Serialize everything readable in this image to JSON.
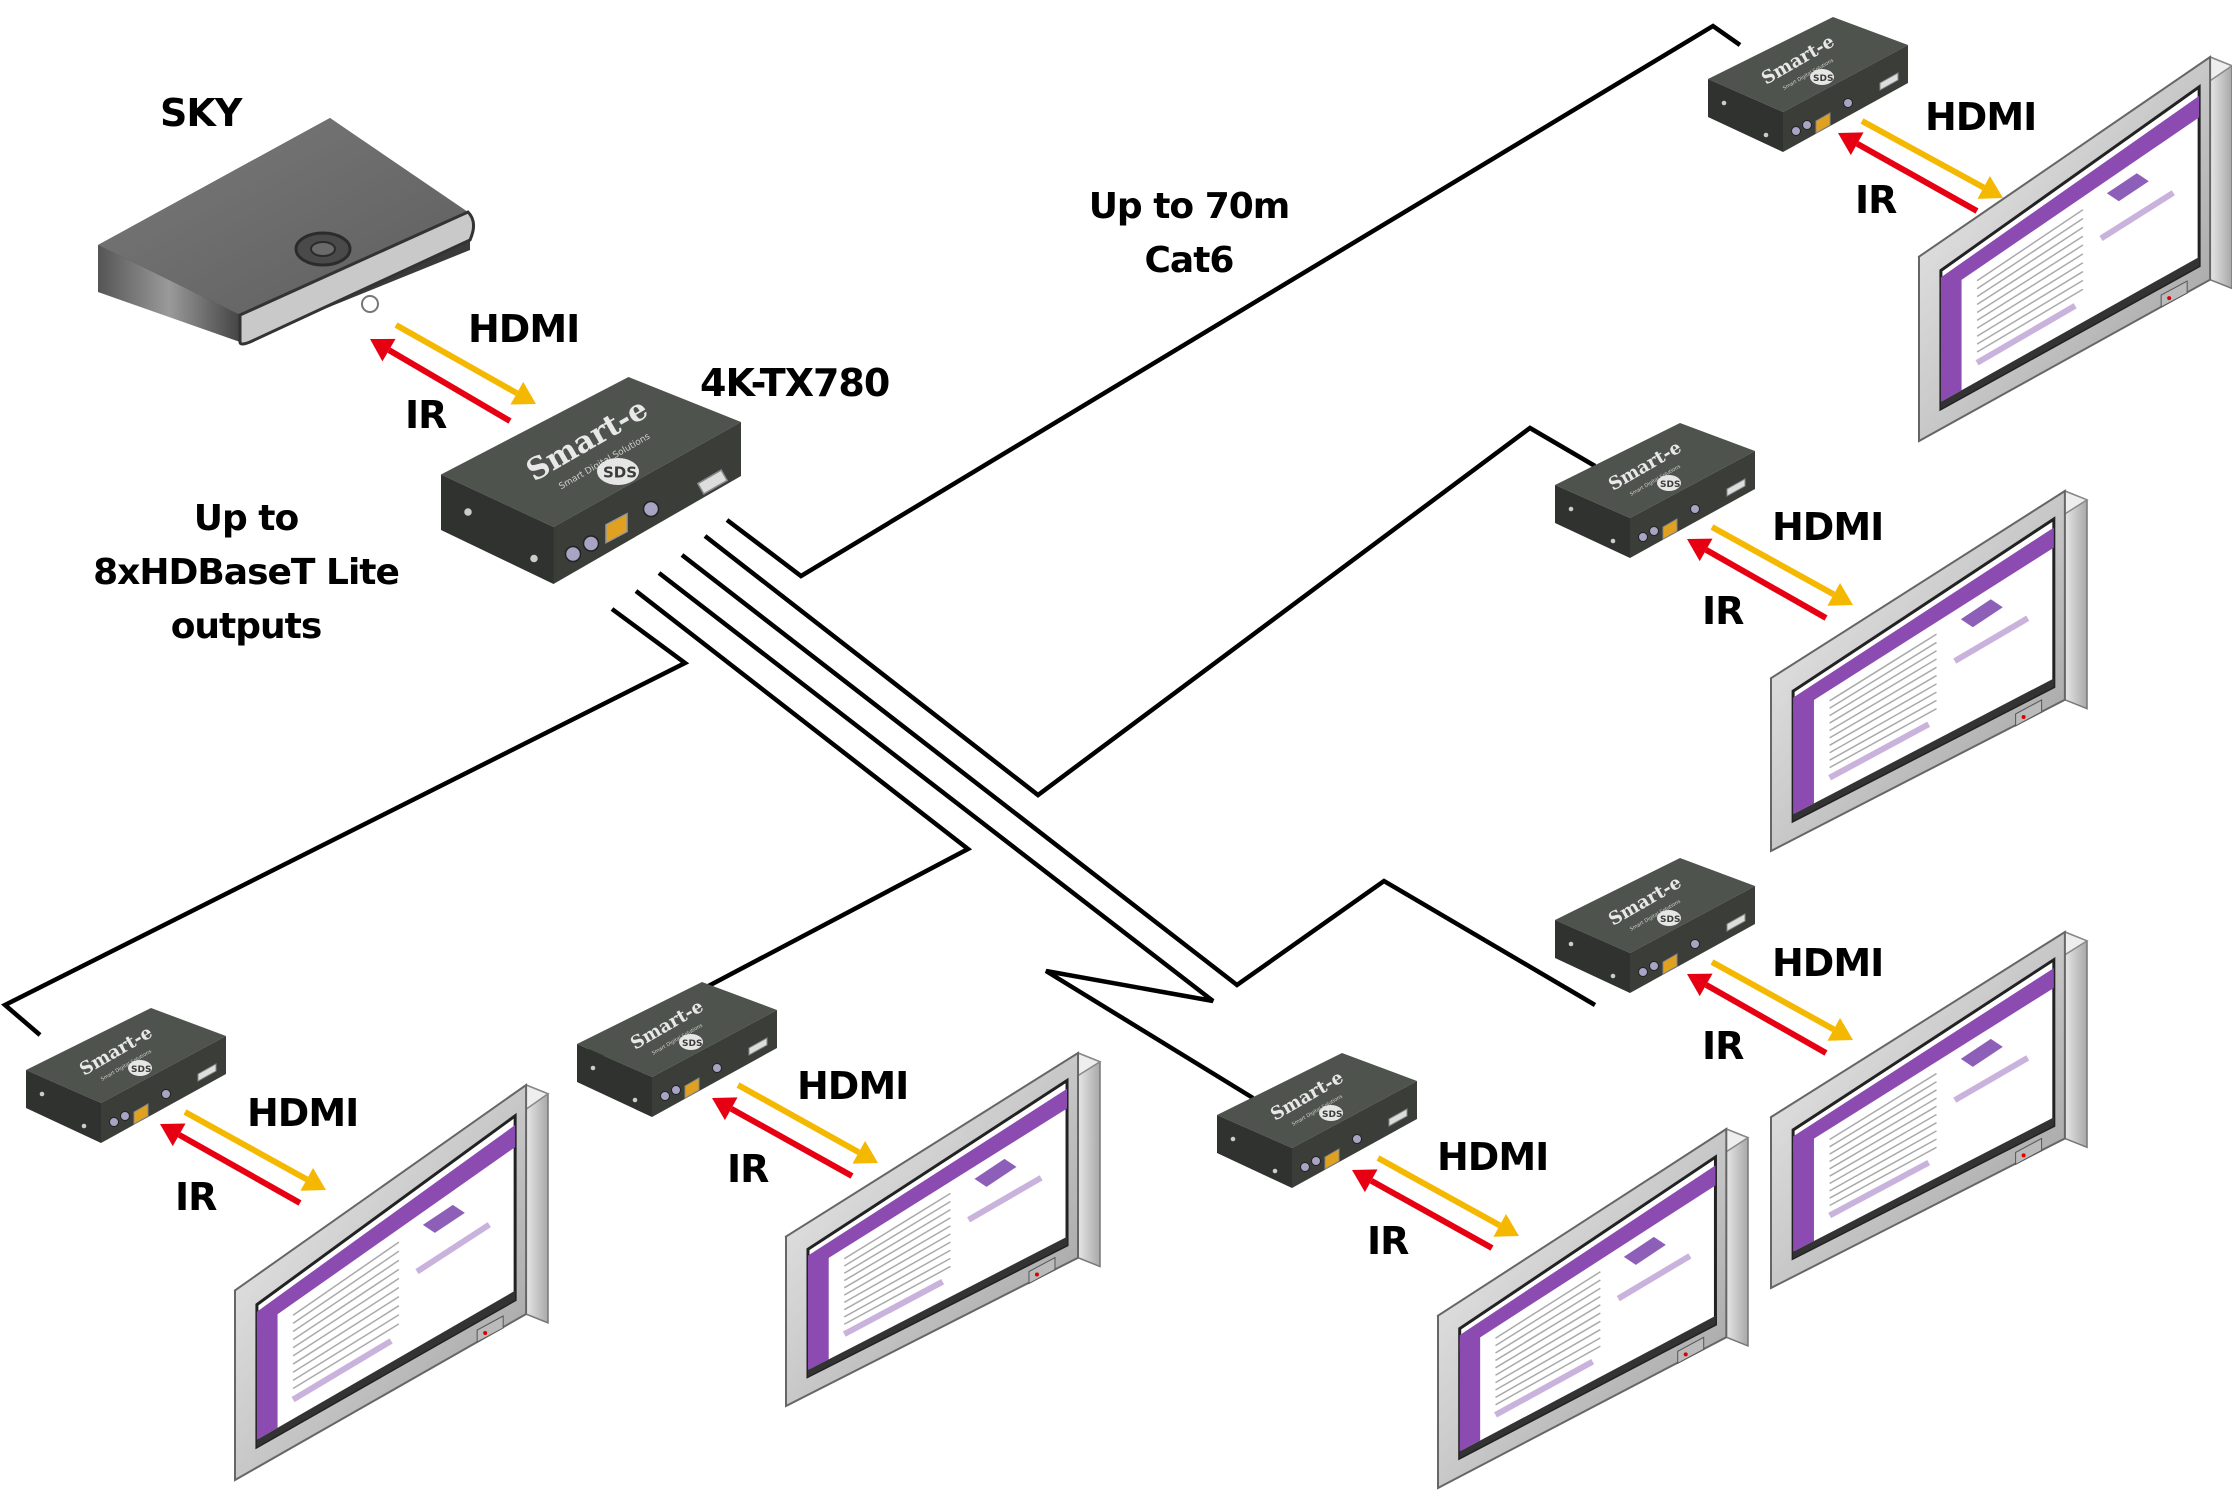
{
  "diagram": {
    "title_source": "SKY",
    "transmitter": {
      "model": "4K-TX780",
      "brand": "Smart-e",
      "brand_tagline": "Smart Digital Solutions",
      "logo": "SDS"
    },
    "receiver": {
      "brand": "Smart-e",
      "brand_tagline": "Smart Digital Solutions",
      "logo": "SDS"
    },
    "source_link": {
      "hdmi_label": "HDMI",
      "ir_label": "IR"
    },
    "outputs_note": [
      "Up to",
      "8xHDBaseT Lite",
      "outputs"
    ],
    "cable_note": [
      "Up to 70m",
      "Cat6"
    ],
    "colors": {
      "hdmi_arrow": "#F5B800",
      "ir_arrow": "#E60012",
      "cable": "#000000",
      "device_body": "#3E423D",
      "sky_box": "#6B6B6B",
      "screen_purple": "#8B4BB0"
    },
    "endpoints": [
      {
        "id": "rx1",
        "hdmi_label": "HDMI",
        "ir_label": "IR"
      },
      {
        "id": "rx2",
        "hdmi_label": "HDMI",
        "ir_label": "IR"
      },
      {
        "id": "rx3",
        "hdmi_label": "HDMI",
        "ir_label": "IR"
      },
      {
        "id": "rx4",
        "hdmi_label": "HDMI",
        "ir_label": "IR"
      },
      {
        "id": "rx5",
        "hdmi_label": "HDMI",
        "ir_label": "IR"
      },
      {
        "id": "rx6",
        "hdmi_label": "HDMI",
        "ir_label": "IR"
      }
    ]
  }
}
